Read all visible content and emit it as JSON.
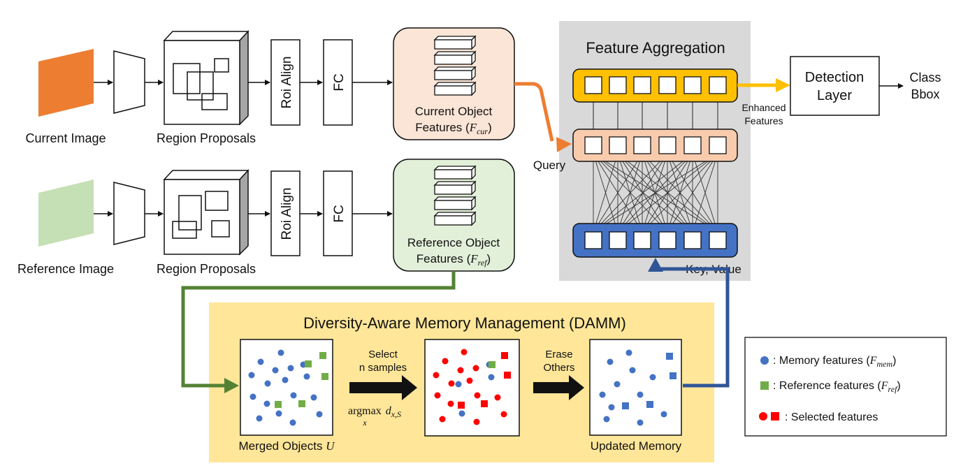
{
  "pipeline": {
    "current_image_label": "Current Image",
    "reference_image_label": "Reference Image",
    "region_proposals_label": "Region Proposals",
    "roi_align_label": "Roi Align",
    "fc_label": "FC",
    "current_features_line1": "Current Object",
    "current_features_line2": "Features (",
    "current_features_sym": "F",
    "current_features_sub": "cur",
    "reference_features_line1": "Reference Object",
    "reference_features_line2": "Features (",
    "reference_features_sym": "F",
    "reference_features_sub": "ref",
    "close_paren": ")"
  },
  "aggregation": {
    "title": "Feature Aggregation",
    "query_label": "Query",
    "key_value_label": "Key, Value",
    "enhanced_line1": "Enhanced",
    "enhanced_line2": "Features"
  },
  "detection": {
    "layer_line1": "Detection",
    "layer_line2": "Layer",
    "class_label": "Class",
    "bbox_label": "Bbox"
  },
  "damm": {
    "title": "Diversity-Aware Memory Management (DAMM)",
    "merged_label": "Merged Objects ",
    "merged_sym": "U",
    "select_line1": "Select",
    "select_line2": "n samples",
    "argmax_word": "argmax",
    "argmax_sub": "x",
    "argmax_d": "d",
    "argmax_d_sub": "x,S",
    "erase_line1": "Erase",
    "erase_line2": "Others",
    "updated_label": "Updated Memory"
  },
  "legend": {
    "memory": ": Memory features (",
    "memory_sym": "F",
    "memory_sub": "mem",
    "reference": ": Reference features (",
    "reference_sym": "F",
    "reference_sub": "ref",
    "selected": ": Selected features",
    "close_paren": ")"
  },
  "colors": {
    "current_image": "#ed7d31",
    "reference_image": "#c5e0b4",
    "current_features_box": "#fbe5d6",
    "reference_features_box": "#e2f0d9",
    "aggregation_bg": "#d9d9d9",
    "top_row": "#ffc000",
    "mid_row": "#f8cbad",
    "bottom_row": "#4472c4",
    "damm_bg": "#ffe699",
    "orange_arrow": "#ed7d31",
    "yellow_arrow": "#ffc000",
    "green_arrow": "#548235",
    "blue_arrow": "#2f5597",
    "memory_dot": "#4472c4",
    "reference_square": "#70ad47",
    "selected_red": "#ff0000"
  }
}
